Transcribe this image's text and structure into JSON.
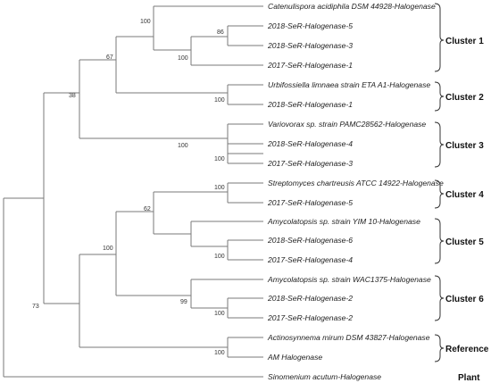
{
  "leaves": [
    "Catenulispora acidiphila DSM 44928-Halogenase",
    "2018-SeR-Halogenase-5",
    "2018-SeR-Halogenase-3",
    "2017-SeR-Halogenase-1",
    "Urbifossiella limnaea strain ETA A1-Halogenase",
    "2018-SeR-Halogenase-1",
    "Variovorax sp. strain PAMC28562-Halogenase",
    "2018-SeR-Halogenase-4",
    "2017-SeR-Halogenase-3",
    "Streptomyces chartreusis ATCC 14922-Halogenase",
    "2017-SeR-Halogenase-5",
    "Amycolatopsis sp. strain YIM 10-Halogenase",
    "2018-SeR-Halogenase-6",
    "2017-SeR-Halogenase-4",
    "Amycolatopsis sp. strain WAC1375-Halogenase",
    "2018-SeR-Halogenase-2",
    "2017-SeR-Halogenase-2",
    "Actinosynnema mirum DSM 43827-Halogenase",
    "AM Halogenase",
    "Sinomenium acutum-Halogenase"
  ],
  "bootstrap": {
    "c1_top": "100",
    "c1_inner": "86",
    "c1_sub": "100",
    "c1": "67",
    "c2": "100",
    "c3_inner": "100",
    "c3": "100",
    "upper": "38",
    "c4": "100",
    "c5_inner": "100",
    "c45": "62",
    "c456": "100",
    "c6_inner": "100",
    "c6": "99",
    "ref": "100",
    "ingroup": "73"
  },
  "clusters": [
    {
      "label": "Cluster 1"
    },
    {
      "label": "Cluster 2"
    },
    {
      "label": "Cluster 3"
    },
    {
      "label": "Cluster 4"
    },
    {
      "label": "Cluster 5"
    },
    {
      "label": "Cluster 6"
    },
    {
      "label": "Reference"
    },
    {
      "label": "Plant"
    }
  ]
}
